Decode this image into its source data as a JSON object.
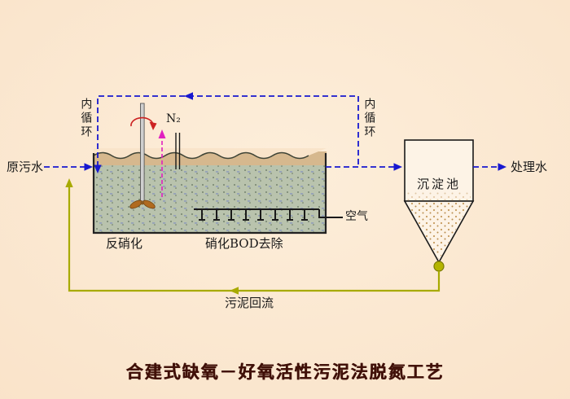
{
  "title": "合建式缺氧－好氧活性污泥法脱氮工艺",
  "labels": {
    "influent": "原污水",
    "effluent": "处理水",
    "internal_circulation_left": "内循环",
    "internal_circulation_right": "内循环",
    "nitrogen_gas": "N₂",
    "air": "空气",
    "denitrification_zone": "反硝化",
    "nitrification_zone": "硝化BOD去除",
    "settling_tank": "沉淀池",
    "sludge_return": "污泥回流"
  },
  "colors": {
    "background": "#f9e2c8",
    "flow_line_blue": "#1818cf",
    "sludge_line_olive": "#a8aa00",
    "nitrogen_magenta": "#e020c0",
    "rotation_red": "#cc2222",
    "tank_surface_tan": "#d6b88e",
    "mixed_liquor_green": "#b9c3ad",
    "settler_fill": "#fdf3e6",
    "title_maroon": "#401008"
  }
}
